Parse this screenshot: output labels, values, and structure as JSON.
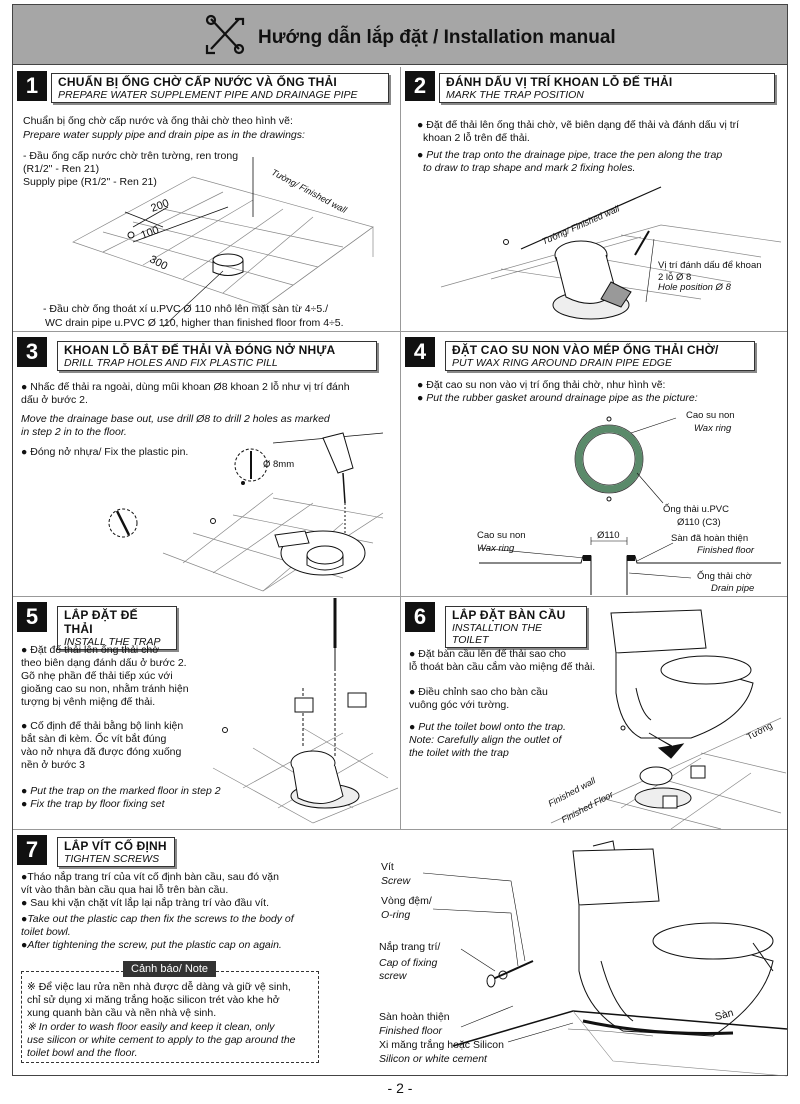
{
  "header": {
    "title": "Hướng dẫn lắp đặt / Installation manual"
  },
  "s1": {
    "num": "1",
    "title_vi": "CHUẨN BỊ ỐNG CHỜ CẤP NƯỚC VÀ ỐNG THẢI",
    "title_en": "PREPARE WATER SUPPLEMENT PIPE AND DRAINAGE PIPE",
    "line1": "Chuẩn bị ống chờ cấp nước và ống thải chờ theo hình vẽ:",
    "line2": "Prepare water supply pipe and drain pipe as in the drawings:",
    "line3": "- Đầu ống cấp nước chờ trên tường, ren trong",
    "line4": "(R1/2\" - Ren 21)",
    "line5": "Supply pipe (R1/2\" - Ren 21)",
    "wall": "Tường/ Finished wall",
    "d200": "200",
    "d100": "100",
    "d300": "300",
    "line6": "- Đầu chờ ống thoát xí u.PVC Ø  110  nhô lên mặt sàn từ 4÷5./",
    "line7": "WC drain pipe u.PVC Ø  110, higher than finished floor from 4÷5."
  },
  "s2": {
    "num": "2",
    "title_vi": "ĐÁNH DẤU VỊ TRÍ KHOAN LỖ ĐẾ THẢI",
    "title_en": "MARK THE TRAP POSITION",
    "line1": "● Đặt đế thải lên ống thải chờ, vẽ biên dạng đế thải và đánh dấu vị trí",
    "line2": "khoan 2 lỗ trên đế thải.",
    "line3": "● Put the trap onto the drainage pipe, trace the pen along the trap",
    "line4": "to draw to trap shape and mark 2 fixing holes.",
    "wall": "Tường/ Finished wall",
    "mark1": "Vị trí đánh dấu để khoan",
    "mark2": "2 lỗ Ø 8",
    "mark3": "Hole position Ø 8"
  },
  "s3": {
    "num": "3",
    "title_vi": "KHOAN LỖ BẮT ĐẾ THẢI VÀ ĐÓNG NỞ NHỰA",
    "title_en": "DRILL TRAP HOLES AND FIX PLASTIC PILL",
    "line1": "● Nhấc đế thải ra ngoài, dùng mũi khoan Ø8 khoan 2 lỗ như vị trí đánh",
    "line2": "dấu ở bước 2.",
    "line3": "Move the drainage base out, use drill Ø8 to drill 2 holes as marked",
    "line4": "in step 2 in to the floor.",
    "line5": "● Đóng nở nhựa/ Fix the plastic pin.",
    "drill": "Ø 8mm"
  },
  "s4": {
    "num": "4",
    "title_vi": "ĐẶT CAO SU NON VÀO MÉP ỐNG THẢI CHỜ/",
    "title_en": "PUT WAX RING AROUND DRAIN PIPE EDGE",
    "line1": "● Đặt cao su non vào vị trí ống thải chờ, như hình vẽ:",
    "line2": "● Put the rubber gasket around drainage pipe as the picture:",
    "wax_vi": "Cao su non",
    "wax_en": "Wax ring",
    "pipe_vi": "Ống thải u.PVC",
    "pipe_en": "Ø110 (C3)",
    "left_vi": "Cao su non",
    "left_en": "Wax ring",
    "dia": "Ø110",
    "floor_vi": "Sàn đã hoàn thiện",
    "floor_en": "Finished floor",
    "drain_vi": "Ống thải chờ",
    "drain_en": "Drain pipe"
  },
  "s5": {
    "num": "5",
    "title_vi": "LẮP ĐẶT  ĐẾ THẢI",
    "title_en": "INSTALL THE TRAP",
    "p1": [
      "● Đặt đế thải lên ống thải chờ",
      "theo biên dạng đánh dấu ở bước 2.",
      "Gõ nhẹ phần đế thải tiếp xúc với",
      "gioăng cao su non, nhằm tránh hiện",
      "tượng bị vênh miệng đế thải."
    ],
    "p2": [
      "● Cố định đế thải bằng bộ linh kiện",
      "bắt sàn đi kèm. Ốc vít bắt đúng",
      "vào nở nhựa đã được đóng xuống",
      "nền ở bước 3"
    ],
    "en1": "● Put the trap on the marked floor in step 2",
    "en2": "● Fix the trap by floor fixing set"
  },
  "s6": {
    "num": "6",
    "title_vi": "LẮP ĐẶT  BÀN CẦU",
    "title_en": "INSTALLTION THE TOILET",
    "line1": "● Đặt bàn cầu lên đế thải sao cho",
    "line2": "lỗ thoát bàn cầu cắm vào miệng đế thải.",
    "line3": "● Điều chỉnh sao cho bàn cầu",
    "line4": "vuông góc với tường.",
    "line5": "● Put the toilet bowl onto the trap.",
    "line6": "Note: Carefully align the outlet of",
    "line7": "the toilet with the trap",
    "wall": "Tường",
    "fwall": "Finished wall",
    "ffloor": "Finished Floor"
  },
  "s7": {
    "num": "7",
    "title_vi": "LẮP VÍT CỐ ĐỊNH",
    "title_en": "TIGHTEN SCREWS",
    "line1": "●Tháo nắp trang trí của vít cố định bàn cầu, sau đó vặn",
    "line2": "vít vào thân bàn cầu qua hai lỗ trên bàn cầu.",
    "line3": "● Sau khi vặn chặt vít lắp lại nắp tràng trí vào đầu vít.",
    "line4": "●Take out the plastic cap then fix the screws to the body of",
    "line5": "toilet bowl.",
    "line6": "●After tightening the screw, put the plastic cap on again.",
    "note_tag": "Cảnh báo/ Note",
    "note1": "※ Để việc lau rửa nền nhà được dễ dàng và giữ vệ sinh,",
    "note2": "chỉ sử dụng xi măng trắng hoặc silicon trét  vào khe hở",
    "note3": "xung quanh bàn cầu và nền nhà vệ sinh.",
    "note4": "※ In order to wash floor easily and keep it clean, only",
    "note5": "use silicon or white cement to apply to the gap around the",
    "note6": "toilet bowl and the floor.",
    "vit_vi": "Vít",
    "vit_en": "Screw",
    "oring_vi": "Vòng đệm/",
    "oring_en": "O-ring",
    "cap_vi": "Nắp trang trí/",
    "cap_en1": "Cap of fixing",
    "cap_en2": "screw",
    "san": "Sàn",
    "floor_vi": "Sàn hoàn thiện",
    "floor_en": "Finished floor",
    "cement_vi": "Xi măng trắng hoặc Silicon",
    "cement_en": "Silicon or white cement"
  },
  "footer": {
    "page": "- 2 -"
  }
}
